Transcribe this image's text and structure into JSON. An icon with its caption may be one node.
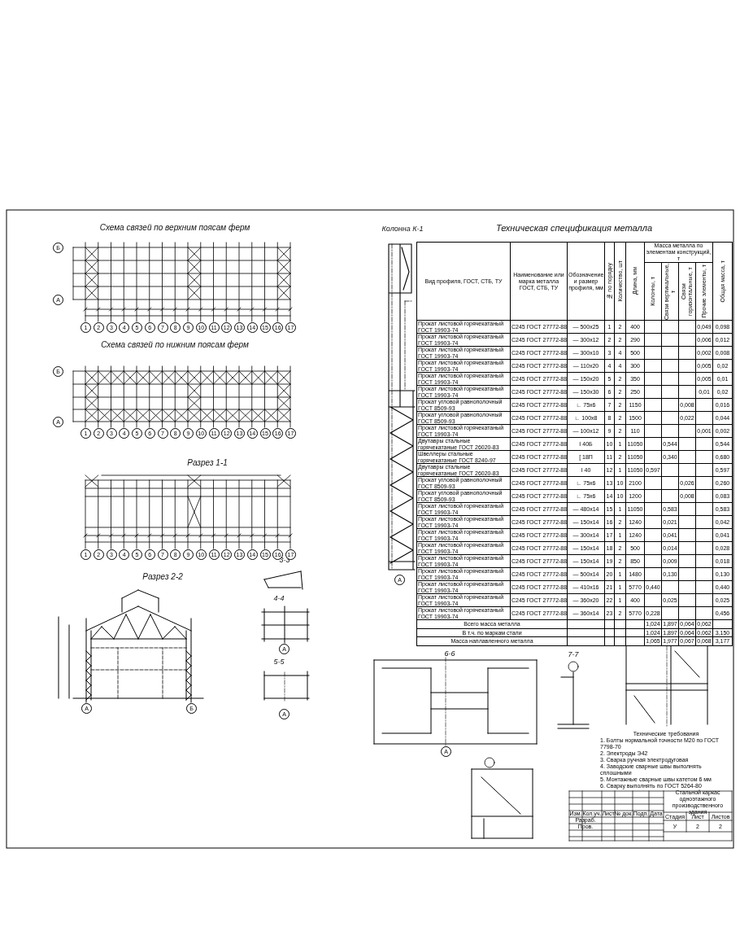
{
  "diagram": {
    "nodes": [
      {
        "text": [
          "Б"
        ]
      },
      {
        "text": [
          "А"
        ]
      },
      {
        "text": [
          "1"
        ]
      },
      {
        "text": [
          "2"
        ]
      },
      {
        "text": [
          "3"
        ]
      },
      {
        "text": [
          "4"
        ]
      },
      {
        "text": [
          "5"
        ]
      },
      {
        "text": [
          "6"
        ]
      },
      {
        "text": [
          "7"
        ]
      },
      {
        "text": [
          "8"
        ]
      },
      {
        "text": [
          "9"
        ]
      },
      {
        "text": [
          "10"
        ]
      },
      {
        "text": [
          "11"
        ]
      },
      {
        "text": [
          "12"
        ]
      },
      {
        "text": [
          "13"
        ]
      },
      {
        "text": [
          "14"
        ]
      },
      {
        "text": [
          "15"
        ]
      },
      {
        "text": [
          "16"
        ]
      },
      {
        "text": [
          "17"
        ]
      },
      {
        "text": [
          "Б"
        ]
      },
      {
        "text": [
          "А"
        ]
      },
      {
        "text": [
          "1"
        ]
      },
      {
        "text": [
          "2"
        ]
      },
      {
        "text": [
          "3"
        ]
      },
      {
        "text": [
          "4"
        ]
      },
      {
        "text": [
          "5"
        ]
      },
      {
        "text": [
          "6"
        ]
      },
      {
        "text": [
          "7"
        ]
      },
      {
        "text": [
          "8"
        ]
      },
      {
        "text": [
          "9"
        ]
      },
      {
        "text": [
          "10"
        ]
      },
      {
        "text": [
          "11"
        ]
      },
      {
        "text": [
          "12"
        ]
      },
      {
        "text": [
          "13"
        ]
      },
      {
        "text": [
          "14"
        ]
      },
      {
        "text": [
          "15"
        ]
      },
      {
        "text": [
          "16"
        ]
      },
      {
        "text": [
          "17"
        ]
      },
      {
        "text": [
          "1"
        ]
      },
      {
        "text": [
          "2"
        ]
      },
      {
        "text": [
          "3"
        ]
      },
      {
        "text": [
          "4"
        ]
      },
      {
        "text": [
          "5"
        ]
      },
      {
        "text": [
          "6"
        ]
      },
      {
        "text": [
          "7"
        ]
      },
      {
        "text": [
          "8"
        ]
      },
      {
        "text": [
          "9"
        ]
      },
      {
        "text": [
          "10"
        ]
      },
      {
        "text": [
          "11"
        ]
      },
      {
        "text": [
          "12"
        ]
      },
      {
        "text": [
          "13"
        ]
      },
      {
        "text": [
          "14"
        ]
      },
      {
        "text": [
          "15"
        ]
      },
      {
        "text": [
          "16"
        ]
      },
      {
        "text": [
          "17"
        ]
      },
      {
        "text": [
          "А"
        ]
      },
      {
        "text": [
          "Б"
        ]
      },
      {
        "text": [
          "А"
        ]
      },
      {
        "text": [
          "А"
        ]
      },
      {
        "text": [
          "А"
        ]
      },
      {
        "text": [
          "А"
        ]
      }
    ],
    "labels": [
      "Схема связей по верхним поясам ферм",
      "Схема связей по нижним поясам ферм",
      "Разрез 1-1",
      "Разрез 2-2",
      "Колонна К-1",
      "3-3",
      "4-4",
      "5-5",
      "6-6",
      "7-7",
      "Техническая спецификация металла",
      "Вид профиля, ГОСТ, СТБ, ТУ",
      "Наименование или марка металла ГОСТ, СТБ, ТУ",
      "Обозначение и размер профиля, мм",
      "№ по порядку",
      "Количество, шт",
      "Длина, мм",
      "Масса металла по элементам конструкций, т",
      "Колонны, т",
      "Связи вертикальные, т",
      "Связи горизонтальные, т",
      "Прочие элементы, т",
      "Общая масса, т",
      "Прокат листовой горячекатаный ГОСТ 19903-74",
      "С245 ГОСТ 27772-88",
      "— 500х25",
      "1",
      "2",
      "400",
      "0,049",
      "0,098",
      "Прокат листовой горячекатаный ГОСТ 19903-74",
      "С245 ГОСТ 27772-88",
      "— 300х12",
      "2",
      "2",
      "290",
      "0,006",
      "0,012",
      "Прокат листовой горячекатаный ГОСТ 19903-74",
      "С245 ГОСТ 27772-88",
      "— 300х10",
      "3",
      "4",
      "500",
      "0,002",
      "0,008",
      "Прокат листовой горячекатаный ГОСТ 19903-74",
      "С245 ГОСТ 27772-88",
      "— 110х20",
      "4",
      "4",
      "300",
      "0,005",
      "0,02",
      "Прокат листовой горячекатаный ГОСТ 19903-74",
      "С245 ГОСТ 27772-88",
      "— 150х20",
      "5",
      "2",
      "350",
      "0,005",
      "0,01",
      "Прокат листовой горячекатаный ГОСТ 19903-74",
      "С245 ГОСТ 27772-88",
      "— 150х30",
      "6",
      "2",
      "250",
      "0,01",
      "0,02",
      "Прокат угловой равнополочный ГОСТ 8509-93",
      "С245 ГОСТ 27772-88",
      "∟ 75х6",
      "7",
      "2",
      "1150",
      "0,008",
      "0,016",
      "Прокат угловой равнополочный ГОСТ 8509-93",
      "С245 ГОСТ 27772-88",
      "∟ 100х8",
      "8",
      "2",
      "1500",
      "0,022",
      "0,044",
      "Прокат листовой горячекатаный ГОСТ 19903-74",
      "С245 ГОСТ 27772-88",
      "— 100х12",
      "9",
      "2",
      "110",
      "0,001",
      "0,002",
      "Двутавры стальные горячекатаные ГОСТ 26020-83",
      "С245 ГОСТ 27772-88",
      "I 40Б",
      "10",
      "1",
      "11050",
      "0,544",
      "0,544",
      "Швеллеры стальные горячекатаные ГОСТ 8240-97",
      "С245 ГОСТ 27772-88",
      "[ 18П",
      "11",
      "2",
      "11050",
      "0,340",
      "0,680",
      "Двутавры стальные горячекатаные ГОСТ 26020-83",
      "С245 ГОСТ 27772-88",
      "I 40",
      "12",
      "1",
      "11050",
      "0,597",
      "0,597",
      "Прокат угловой равнополочный ГОСТ 8509-93",
      "С245 ГОСТ 27772-88",
      "∟ 75х6",
      "13",
      "10",
      "2100",
      "0,026",
      "0,260",
      "Прокат угловой равнополочный ГОСТ 8509-93",
      "С245 ГОСТ 27772-88",
      "∟ 75х6",
      "14",
      "10",
      "1200",
      "0,008",
      "0,083",
      "Прокат листовой горячекатаный ГОСТ 19903-74",
      "С245 ГОСТ 27772-88",
      "— 480х14",
      "15",
      "1",
      "11050",
      "0,583",
      "0,583",
      "Прокат листовой горячекатаный ГОСТ 19903-74",
      "С245 ГОСТ 27772-88",
      "— 150х14",
      "16",
      "2",
      "1240",
      "0,021",
      "0,042",
      "Прокат листовой горячекатаный ГОСТ 19903-74",
      "С245 ГОСТ 27772-88",
      "— 300х14",
      "17",
      "1",
      "1240",
      "0,041",
      "0,041",
      "Прокат листовой горячекатаный ГОСТ 19903-74",
      "С245 ГОСТ 27772-88",
      "— 150х14",
      "18",
      "2",
      "500",
      "0,014",
      "0,028",
      "Прокат листовой горячекатаный ГОСТ 19903-74",
      "С245 ГОСТ 27772-88",
      "— 150х14",
      "19",
      "2",
      "850",
      "0,009",
      "0,018",
      "Прокат листовой горячекатаный ГОСТ 19903-74",
      "С245 ГОСТ 27772-88",
      "— 500х14",
      "20",
      "1",
      "1480",
      "0,130",
      "0,130",
      "Прокат листовой горячекатаный ГОСТ 19903-74",
      "С245 ГОСТ 27772-88",
      "— 410х16",
      "21",
      "1",
      "5770",
      "0,440",
      "0,440",
      "Прокат листовой горячекатаный ГОСТ 19903-74",
      "С245 ГОСТ 27772-88",
      "— 360х20",
      "22",
      "1",
      "400",
      "0,025",
      "0,025",
      "Прокат листовой горячекатаный ГОСТ 19903-74",
      "С245 ГОСТ 27772-88",
      "— 360х14",
      "23",
      "2",
      "5770",
      "0,228",
      "0,456",
      "Всего масса металла",
      "1,024",
      "1,897",
      "0,064",
      "0,062",
      "В т.ч. по маркам стали",
      "1,024",
      "1,897",
      "0,064",
      "0,062",
      "3,150",
      "Масса наплавленного металла",
      "1,065",
      "1,977",
      "0,067",
      "0,068",
      "3,177",
      "Технические требования",
      "1. Болты нормальной точности М20 по ГОСТ 7798-70",
      "2. Электроды Э42",
      "3. Сварка ручная электродуговая",
      "4. Заводские сварные швы выполнять сплошными",
      "5. Монтажные сварные швы катетом 6 мм",
      "6. Сварку выполнять по ГОСТ 5264-80",
      "Изм.",
      "Кол.уч.",
      "Лист",
      "№ док.",
      "Подп.",
      "Дата",
      "Разраб.",
      "Пров.",
      "Стальной каркас одноэтажного производственного здания",
      "Стадия",
      "Лист",
      "Листов",
      "У",
      "2",
      "2"
    ]
  }
}
